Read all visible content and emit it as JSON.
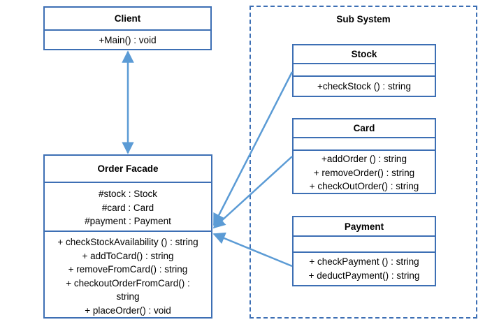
{
  "subsystem": {
    "label": "Sub System"
  },
  "client": {
    "name": "Client",
    "operations": [
      "+Main() : void"
    ]
  },
  "facade": {
    "name": "Order Facade",
    "attributes": [
      "#stock : Stock",
      "#card : Card",
      "#payment : Payment"
    ],
    "operations": [
      "+ checkStockAvailability () : string",
      "+ addToCard() : string",
      "+ removeFromCard() : string",
      "+ checkoutOrderFromCard() :",
      "string",
      "+ placeOrder() : void"
    ]
  },
  "stock": {
    "name": "Stock",
    "operations": [
      "+checkStock () : string"
    ]
  },
  "card": {
    "name": "Card",
    "operations": [
      "+addOrder () : string",
      "+ removeOrder() : string",
      "+ checkOutOrder() : string"
    ]
  },
  "payment": {
    "name": "Payment",
    "operations": [
      "+ checkPayment () : string",
      "+ deductPayment() : string"
    ]
  },
  "colors": {
    "border": "#3d6fb4",
    "arrow": "#5b9bd5"
  }
}
